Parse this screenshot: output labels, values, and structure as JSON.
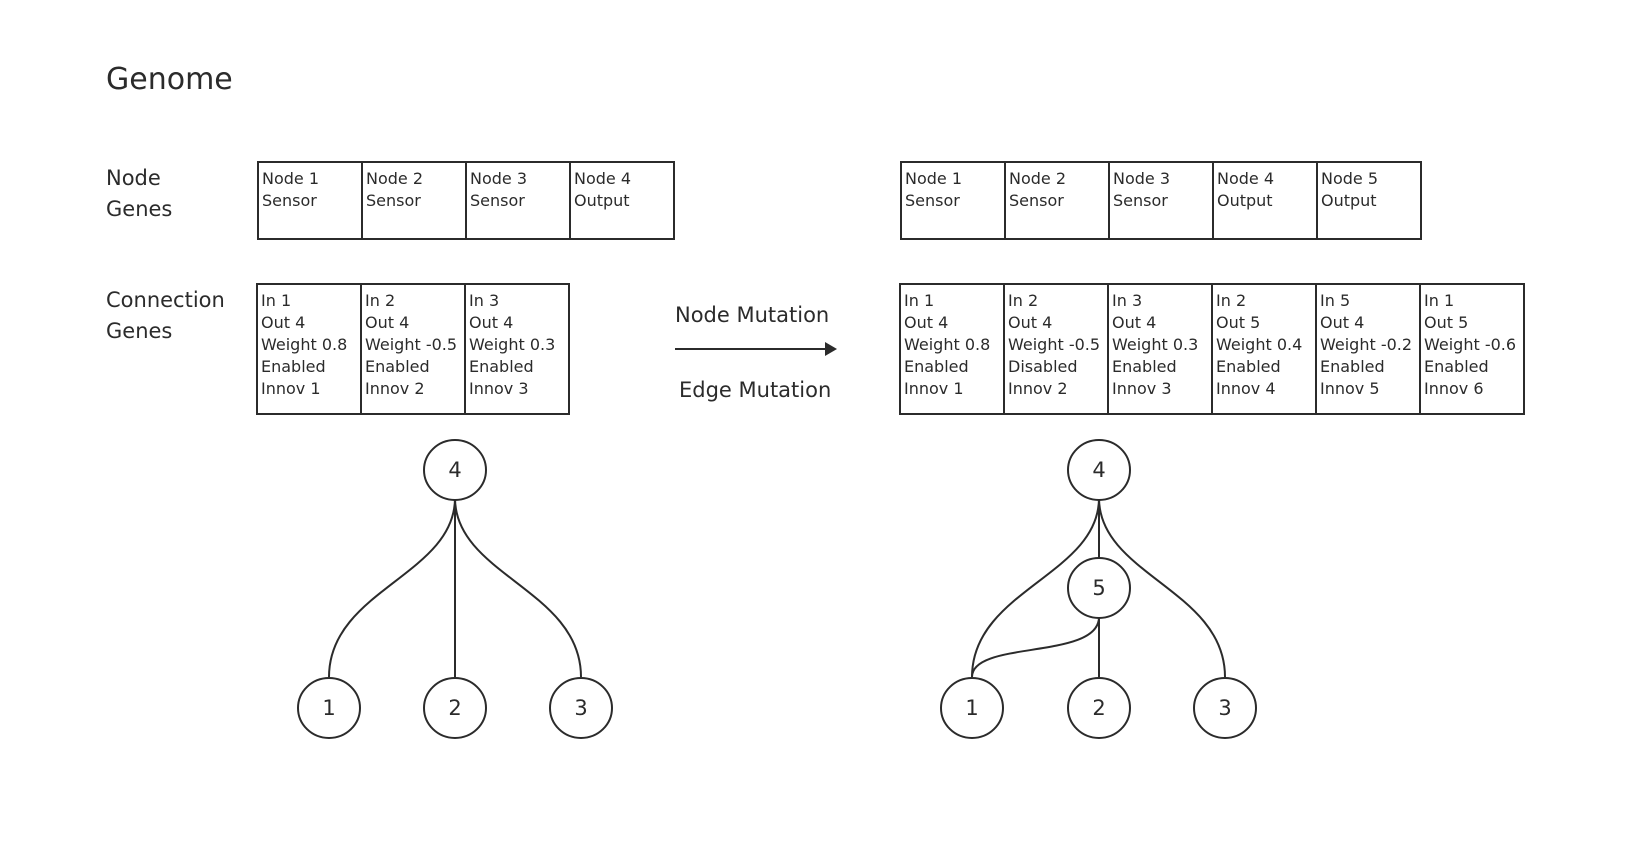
{
  "title": "Genome",
  "labels": {
    "node_genes": [
      "Node",
      "Genes"
    ],
    "connection_genes": [
      "Connection",
      "Genes"
    ]
  },
  "mutations": {
    "node": "Node Mutation",
    "edge": "Edge Mutation"
  },
  "before": {
    "node_genes": [
      [
        "Node 1",
        "Sensor"
      ],
      [
        "Node 2",
        "Sensor"
      ],
      [
        "Node 3",
        "Sensor"
      ],
      [
        "Node 4",
        "Output"
      ]
    ],
    "connection_genes": [
      [
        "In 1",
        "Out 4",
        "Weight 0.8",
        "Enabled",
        "Innov 1"
      ],
      [
        "In 2",
        "Out 4",
        "Weight -0.5",
        "Enabled",
        "Innov 2"
      ],
      [
        "In 3",
        "Out 4",
        "Weight 0.3",
        "Enabled",
        "Innov 3"
      ]
    ],
    "graph": {
      "nodes": [
        "4",
        "1",
        "2",
        "3"
      ],
      "edges": [
        [
          "1",
          "4"
        ],
        [
          "2",
          "4"
        ],
        [
          "3",
          "4"
        ]
      ]
    }
  },
  "after": {
    "node_genes": [
      [
        "Node 1",
        "Sensor"
      ],
      [
        "Node 2",
        "Sensor"
      ],
      [
        "Node 3",
        "Sensor"
      ],
      [
        "Node 4",
        "Output"
      ],
      [
        "Node 5",
        "Output"
      ]
    ],
    "connection_genes": [
      [
        "In 1",
        "Out 4",
        "Weight 0.8",
        "Enabled",
        "Innov 1"
      ],
      [
        "In 2",
        "Out 4",
        "Weight -0.5",
        "Disabled",
        "Innov 2"
      ],
      [
        "In 3",
        "Out 4",
        "Weight 0.3",
        "Enabled",
        "Innov 3"
      ],
      [
        "In 2",
        "Out 5",
        "Weight 0.4",
        "Enabled",
        "Innov 4"
      ],
      [
        "In 5",
        "Out 4",
        "Weight -0.2",
        "Enabled",
        "Innov 5"
      ],
      [
        "In 1",
        "Out 5",
        "Weight -0.6",
        "Enabled",
        "Innov 6"
      ]
    ],
    "graph": {
      "nodes": [
        "4",
        "5",
        "1",
        "2",
        "3"
      ],
      "edges": [
        [
          "1",
          "4"
        ],
        [
          "5",
          "4"
        ],
        [
          "2",
          "5"
        ],
        [
          "1",
          "5"
        ],
        [
          "3",
          "4"
        ]
      ]
    }
  }
}
